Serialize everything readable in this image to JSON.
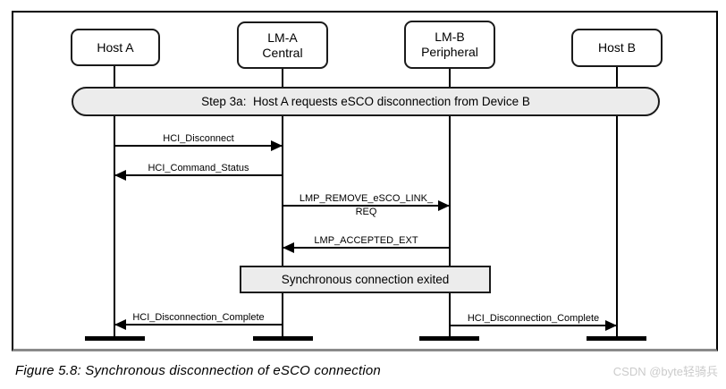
{
  "colors": {
    "background": "#ffffff",
    "line": "#000000",
    "box_fill": "#ececec",
    "frame_bottom": "#8a8a8a",
    "watermark_text": "#cbcbcb"
  },
  "actors": [
    {
      "line1": "Host A",
      "line2": ""
    },
    {
      "line1": "LM-A",
      "line2": "Central"
    },
    {
      "line1": "LM-B",
      "line2": "Peripheral"
    },
    {
      "line1": "Host B",
      "line2": ""
    }
  ],
  "step_banner": {
    "text": "Step 3a:  Host A requests eSCO disconnection from Device B"
  },
  "messages": [
    {
      "label": "HCI_Disconnect",
      "from": "Host A",
      "to": "LM-A Central",
      "direction": "right"
    },
    {
      "label": "HCI_Command_Status",
      "from": "LM-A Central",
      "to": "Host A",
      "direction": "left"
    },
    {
      "label": "LMP_REMOVE_eSCO_LINK_",
      "label2": "REQ",
      "from": "LM-A Central",
      "to": "LM-B Peripheral",
      "direction": "right"
    },
    {
      "label": "LMP_ACCEPTED_EXT",
      "from": "LM-B Peripheral",
      "to": "LM-A Central",
      "direction": "left"
    },
    {
      "label": "HCI_Disconnection_Complete",
      "from": "LM-A Central",
      "to": "Host A",
      "direction": "left"
    },
    {
      "label": "HCI_Disconnection_Complete",
      "from": "LM-B Peripheral",
      "to": "Host B",
      "direction": "right"
    }
  ],
  "note": {
    "text": "Synchronous connection exited"
  },
  "caption": "Figure 5.8: Synchronous disconnection of eSCO connection",
  "watermark": "CSDN @byte轻骑兵"
}
